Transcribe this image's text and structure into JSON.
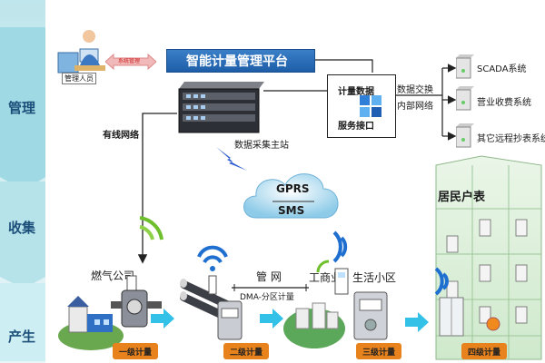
{
  "sidebar": {
    "top": "管理",
    "middle": "收集",
    "bottom": "产生"
  },
  "header": {
    "platform_title": "智能计量管理平台",
    "admin_label": "管理人员",
    "arrow_label": "系统管理"
  },
  "server": {
    "label": "数据采集主站"
  },
  "interface": {
    "line1": "计量数据",
    "line2": "服务接口"
  },
  "network": {
    "wired": "有线网络",
    "exchange_line1": "数据交换",
    "exchange_line2": "内部网络",
    "gprs": "GPRS",
    "sms": "SMS"
  },
  "systems": [
    {
      "label": "SCADA系统"
    },
    {
      "label": "营业收费系统"
    },
    {
      "label": "其它远程抄表系统"
    }
  ],
  "building": {
    "label": "居民户表"
  },
  "bottom": {
    "gas_company": "燃气公司",
    "pipe_network": "管 网",
    "dma": "DMA-分区计量",
    "commerce": "工商业、生活小区",
    "levels": [
      "一级计量",
      "二级计量",
      "三级计量",
      "四级计量"
    ]
  },
  "colors": {
    "sidebar_top": "#bfe6ec",
    "sidebar_bottom": "#e3f4f6",
    "header_blue": "#2a6fba",
    "level_badge": "#e8821c",
    "flow_arrow": "#33c1e8",
    "signal_green": "#6dbf2b",
    "signal_blue": "#1f6fd0"
  }
}
